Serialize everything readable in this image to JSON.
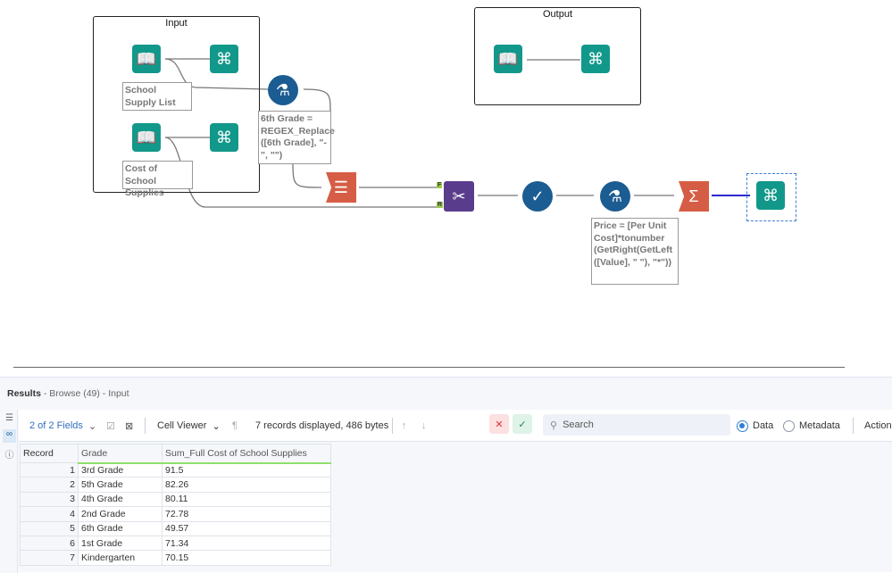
{
  "canvas": {
    "containers": [
      {
        "title": "Input"
      },
      {
        "title": "Output"
      }
    ],
    "annotations": {
      "school_supply_list": "School Supply List",
      "cost_of_school_supplies": "Cost of School Supplies",
      "formula1": "6th Grade = REGEX_Replace ([6th Grade], \"-\", \"\")",
      "formula2": "Price = [Per Unit Cost]*tonumber (GetRight(GetLeft ([Value], \" \"), \"*\"))"
    },
    "join_anchors": {
      "f": "F",
      "r": "R"
    }
  },
  "results": {
    "title": "Results",
    "subtitle": "- Browse (49) - Input",
    "fields_selector": "2 of 2 Fields",
    "cell_viewer": "Cell Viewer",
    "records_info": "7 records displayed, 486 bytes",
    "search_placeholder": "Search",
    "view_data": "Data",
    "view_metadata": "Metadata",
    "actions": "Actions",
    "columns": [
      "Record",
      "Grade",
      "Sum_Full Cost of School Supplies"
    ],
    "rows": [
      [
        "1",
        "3rd Grade",
        "91.5"
      ],
      [
        "2",
        "5th Grade",
        "82.26"
      ],
      [
        "3",
        "4th Grade",
        "80.11"
      ],
      [
        "4",
        "2nd Grade",
        "72.78"
      ],
      [
        "5",
        "6th Grade",
        "49.57"
      ],
      [
        "6",
        "1st Grade",
        "71.34"
      ],
      [
        "7",
        "Kindergarten",
        "70.15"
      ]
    ]
  },
  "colors": {
    "input_tool": "#12988a",
    "formula": "#1b5c92",
    "transform": "#d65d45",
    "join": "#5a3c8c",
    "anchor": "#9ccc4a"
  }
}
